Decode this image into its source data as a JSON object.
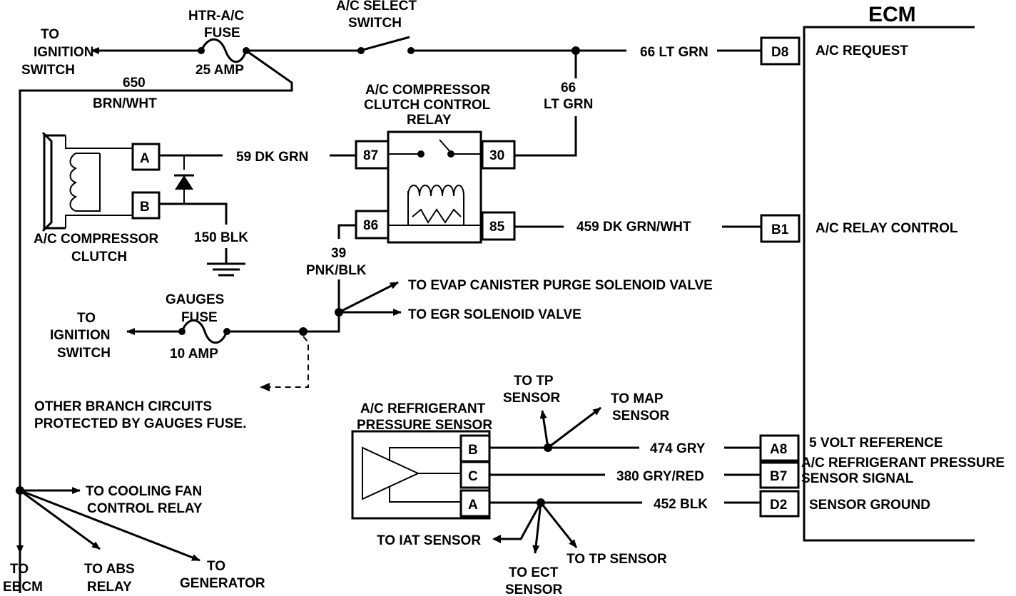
{
  "ecm": {
    "title": "ECM",
    "pins": [
      {
        "pin": "D8",
        "label": "A/C REQUEST",
        "wire": "66 LT GRN"
      },
      {
        "pin": "B1",
        "label": "A/C RELAY CONTROL",
        "wire": "459 DK GRN/WHT"
      },
      {
        "pin": "A8",
        "label": "5 VOLT REFERENCE",
        "wire": "474 GRY"
      },
      {
        "pin": "B7",
        "label_line1": "A/C REFRIGERANT PRESSURE",
        "label_line2": "SENSOR SIGNAL",
        "wire": "380 GRY/RED"
      },
      {
        "pin": "D2",
        "label": "SENSOR GROUND",
        "wire": "452 BLK"
      }
    ]
  },
  "htr_fuse": {
    "line1": "HTR-A/C",
    "line2": "FUSE",
    "rating": "25 AMP"
  },
  "ign1": {
    "line1": "TO",
    "line2": "IGNITION",
    "line3": "SWITCH"
  },
  "select_switch": {
    "line1": "A/C SELECT",
    "line2": "SWITCH"
  },
  "wire_650": {
    "line1": "650",
    "line2": "BRN/WHT"
  },
  "wire_66_relay": {
    "line1": "66",
    "line2": "LT GRN"
  },
  "relay": {
    "line1": "A/C COMPRESSOR",
    "line2": "CLUTCH CONTROL",
    "line3": "RELAY",
    "pins": [
      "87",
      "30",
      "86",
      "85"
    ]
  },
  "wire_59": "59 DK GRN",
  "clutch": {
    "pin_a": "A",
    "pin_b": "B",
    "line1": "A/C COMPRESSOR",
    "line2": "CLUTCH"
  },
  "wire_150": "150 BLK",
  "wire_39": {
    "line1": "39",
    "line2": "PNK/BLK"
  },
  "to_evap": "TO EVAP CANISTER PURGE SOLENOID VALVE",
  "to_egr": "TO EGR SOLENOID VALVE",
  "gauges_fuse": {
    "line1": "GAUGES",
    "line2": "FUSE",
    "rating": "10 AMP"
  },
  "ign2": {
    "line1": "TO",
    "line2": "IGNITION",
    "line3": "SWITCH"
  },
  "other_branch": {
    "line1": "OTHER BRANCH CIRCUITS",
    "line2": "PROTECTED BY GAUGES FUSE."
  },
  "pressure_sensor": {
    "line1": "A/C REFRIGERANT",
    "line2": "PRESSURE SENSOR",
    "pins": [
      "B",
      "C",
      "A"
    ]
  },
  "to_tp_top": {
    "line1": "TO TP",
    "line2": "SENSOR"
  },
  "to_map": {
    "line1": "TO MAP",
    "line2": "SENSOR"
  },
  "to_iat": "TO IAT SENSOR",
  "to_ect": {
    "line1": "TO ECT",
    "line2": "SENSOR"
  },
  "to_tp_bottom": "TO TP SENSOR",
  "to_cooling": {
    "line1": "TO COOLING FAN",
    "line2": "CONTROL RELAY"
  },
  "to_ebcm": {
    "line1": "TO",
    "line2": "EBCM"
  },
  "to_abs": {
    "line1": "TO ABS",
    "line2": "RELAY"
  },
  "to_generator": {
    "line1": "TO",
    "line2": "GENERATOR"
  }
}
